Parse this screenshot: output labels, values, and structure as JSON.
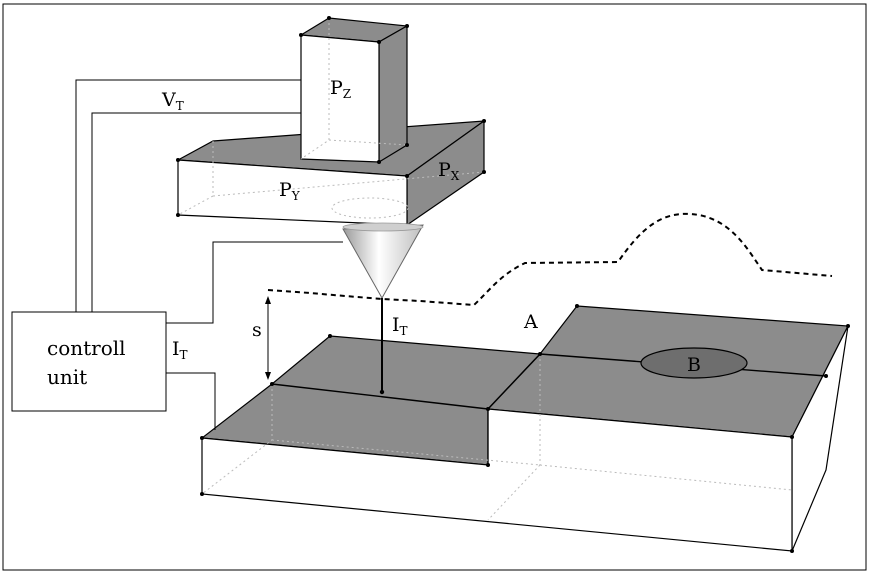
{
  "labels": {
    "pz": {
      "main": "P",
      "sub": "Z"
    },
    "py": {
      "main": "P",
      "sub": "Y"
    },
    "px": {
      "main": "P",
      "sub": "X"
    },
    "vt": {
      "main": "V",
      "sub": "T"
    },
    "it_tip": {
      "main": "I",
      "sub": "T"
    },
    "it_unit": {
      "main": "I",
      "sub": "T"
    },
    "s": "s",
    "a": "A",
    "b": "B"
  },
  "control_unit": {
    "line1": "controll",
    "line2": "unit"
  },
  "colors": {
    "surface": "#8c8c8c",
    "surface_dark": "#7a7a7a",
    "spot": "#6e6e6e",
    "frame": "#000000"
  }
}
